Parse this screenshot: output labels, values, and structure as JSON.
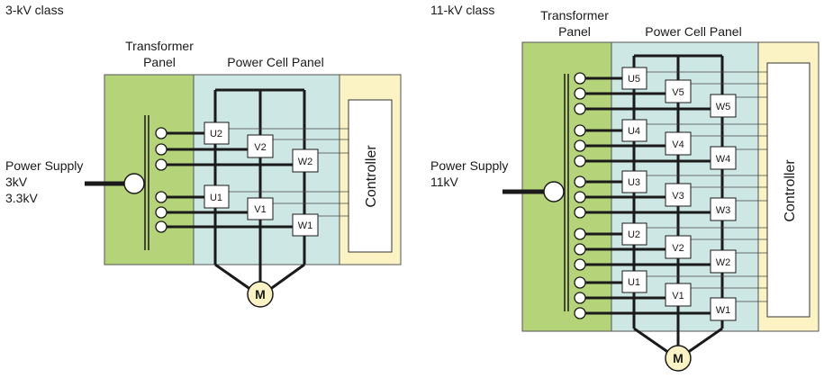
{
  "left": {
    "class_label": "3-kV class",
    "transformer_label_1": "Transformer",
    "transformer_label_2": "Panel",
    "power_cell_label": "Power Cell Panel",
    "supply_label_1": "Power Supply",
    "supply_label_2": "3kV",
    "supply_label_3": "3.3kV",
    "controller_label": "Controller",
    "motor_label": "M",
    "cells": [
      "U2",
      "V2",
      "W2",
      "U1",
      "V1",
      "W1"
    ]
  },
  "right": {
    "class_label": "11-kV class",
    "transformer_label_1": "Transformer",
    "transformer_label_2": "Panel",
    "power_cell_label": "Power Cell Panel",
    "supply_label_1": "Power Supply",
    "supply_label_2": "11kV",
    "controller_label": "Controller",
    "motor_label": "M",
    "cells": [
      "U5",
      "V5",
      "W5",
      "U4",
      "V4",
      "W4",
      "U3",
      "V3",
      "W3",
      "U2",
      "V2",
      "W2",
      "U1",
      "V1",
      "W1"
    ]
  },
  "colors": {
    "transformer_fill": "#b5d47a",
    "cell_panel_fill": "#cde7e4",
    "controller_panel_fill": "#fbf3c4",
    "motor_fill": "#fbf3c4",
    "wire": "#1a1a1a"
  }
}
